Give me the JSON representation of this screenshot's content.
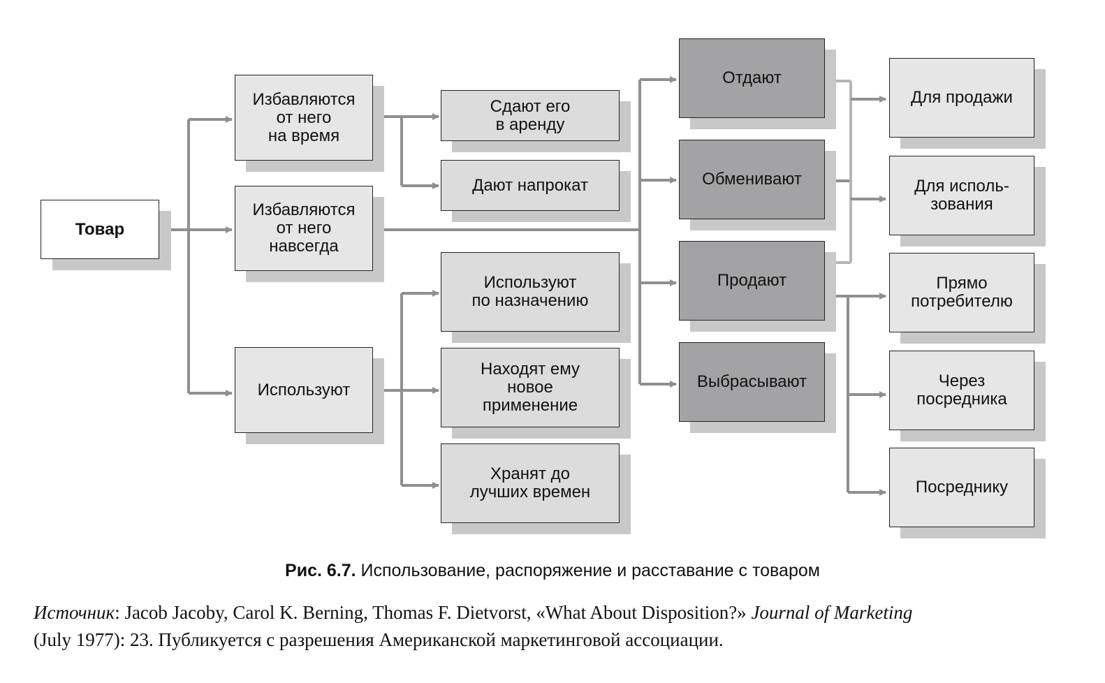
{
  "diagram": {
    "root": "Товар",
    "level1": {
      "temporary": "Избавляются\nот него\nна время",
      "permanent": "Избавляются\nот него\nнавсегда",
      "keep": "Используют"
    },
    "temporary_options": {
      "rent": "Сдают его\nв аренду",
      "loan": "Дают напрокат"
    },
    "keep_options": {
      "original": "Используют\nпо назначению",
      "new_use": "Находят ему\nновое\nприменение",
      "store": "Хранят до\nлучших времен"
    },
    "permanent_options": {
      "give": "Отдают",
      "trade": "Обменивают",
      "sell": "Продают",
      "throw": "Выбрасывают"
    },
    "give_trade_targets": {
      "resale": "Для продажи",
      "use": "Для исполь-\nзования"
    },
    "sell_targets": {
      "consumer": "Прямо\nпотребителю",
      "via_middleman": "Через\nпосредника",
      "to_middleman": "Посреднику"
    },
    "colors": {
      "box_white": "#ffffff",
      "box_light": "#e6e6e7",
      "box_mid": "#dcdcdd",
      "box_dark": "#a3a3a5",
      "shadow": "#c8c8c8",
      "connector": "#8f8f91",
      "connector_light": "#b5b5b7"
    }
  },
  "caption": {
    "label": "Рис. 6.7.",
    "text": " Использование, распоряжение и расставание с товаром"
  },
  "source": {
    "label": "Источник",
    "text1": ": Jacob Jacoby, Carol K. Berning, Thomas F. Dietvorst, «What About Disposition?» ",
    "journal": "Journal of Marketing",
    "text2": "(July 1977): 23. Публикуется с разрешения Американской маркетинговой ассоциации."
  }
}
